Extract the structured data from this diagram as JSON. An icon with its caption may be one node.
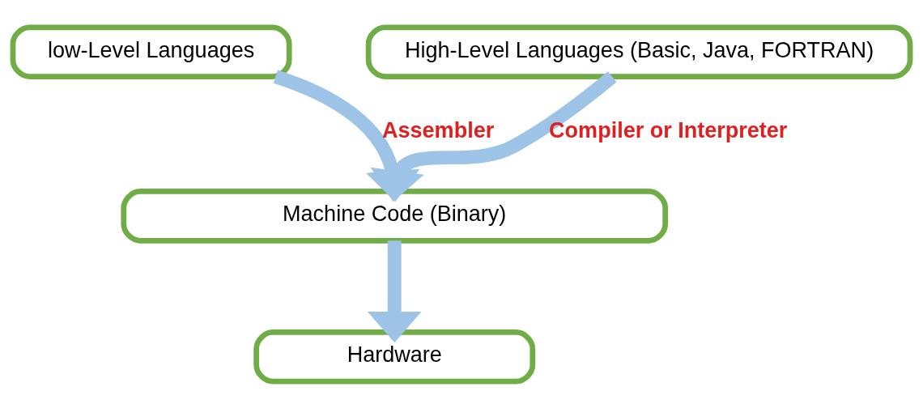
{
  "diagram": {
    "nodes": [
      {
        "text": [
          "High-Level Languages (Basic, Java, FORTRAN)"
        ]
      },
      {
        "text": [
          "low-Level Languages"
        ]
      },
      {
        "text": [
          "Machine Code (Binary)"
        ]
      },
      {
        "text": [
          "Hardware"
        ]
      }
    ],
    "edges": [
      {
        "from": 1,
        "to": 2,
        "arrow": "to",
        "label": "Assembler"
      },
      {
        "from": 0,
        "to": 2,
        "arrow": "to",
        "label": "Compiler or Interpreter"
      },
      {
        "from": 2,
        "to": 3,
        "arrow": "to"
      }
    ]
  }
}
